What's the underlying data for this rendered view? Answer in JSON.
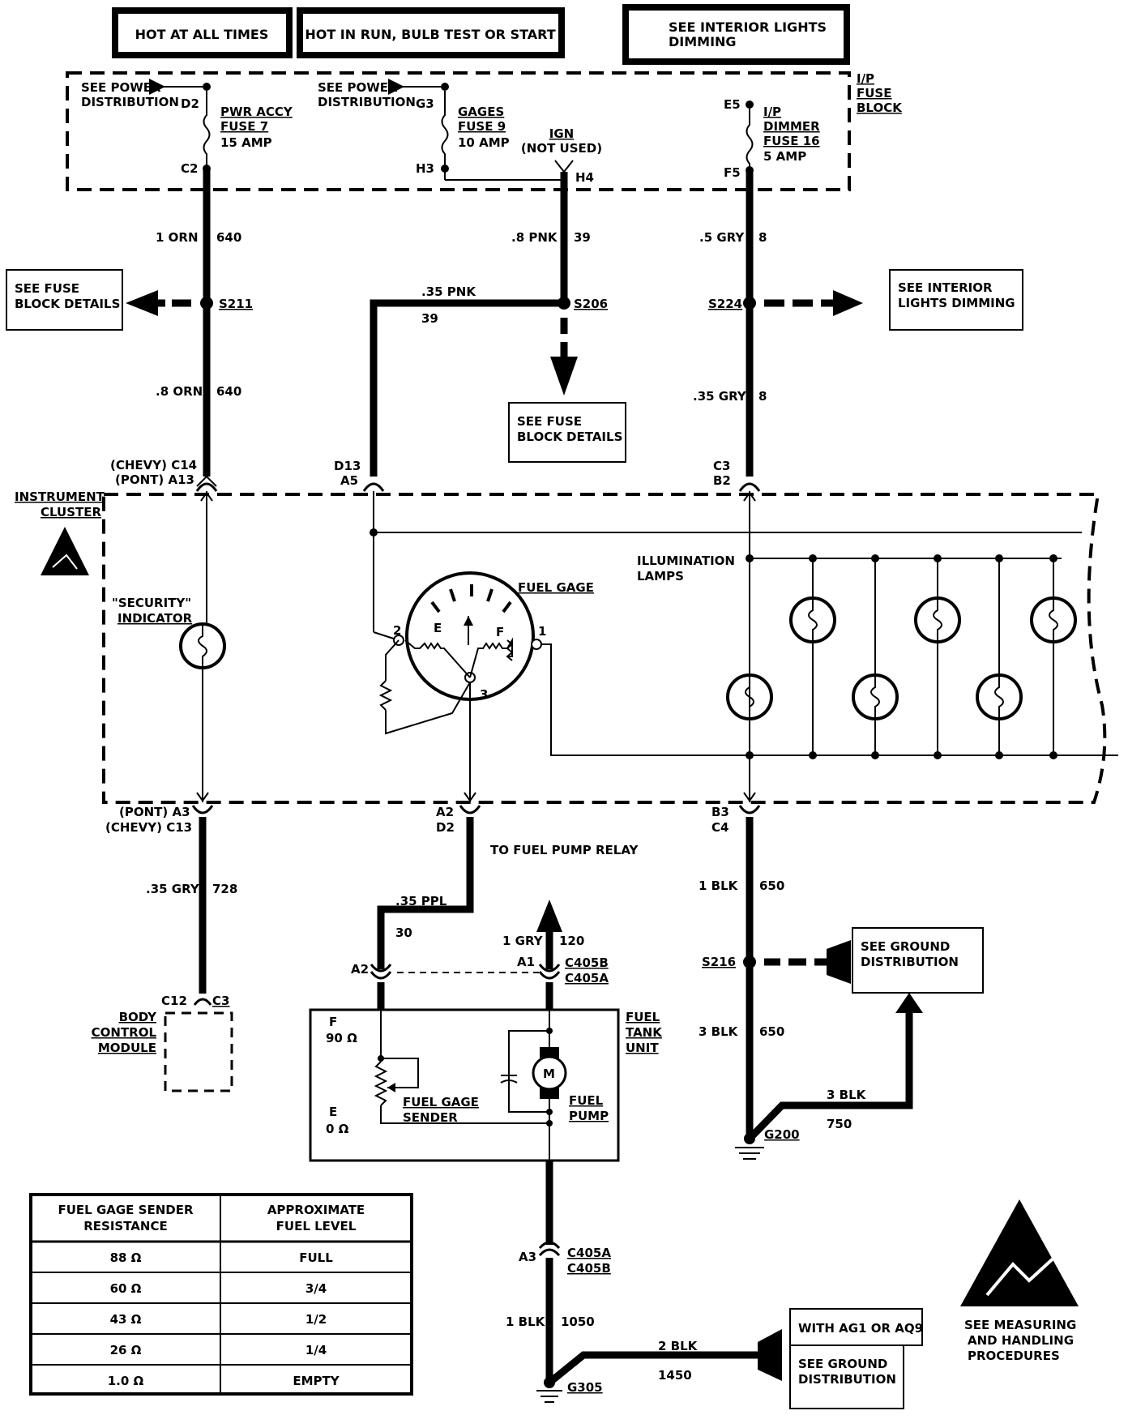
{
  "headers": {
    "hot_at_all_times": "HOT AT ALL TIMES",
    "hot_in_run": "HOT IN RUN, BULB TEST OR START",
    "see_interior_1": "SEE INTERIOR LIGHTS",
    "see_interior_2": "DIMMING"
  },
  "fuse_block": {
    "label_1": "I/P",
    "label_2": "FUSE",
    "label_3": "BLOCK",
    "see_power_1": "SEE POWER",
    "see_power_2": "DISTRIBUTION",
    "d2": "D2",
    "c2": "C2",
    "g3": "G3",
    "h3": "H3",
    "h4": "H4",
    "e5": "E5",
    "f5": "F5",
    "fuse7_1": "PWR ACCY",
    "fuse7_2": "FUSE 7",
    "fuse7_3": "15 AMP",
    "fuse9_1": "GAGES",
    "fuse9_2": "FUSE 9",
    "fuse9_3": "10 AMP",
    "ign_1": "IGN",
    "ign_2": "(NOT USED)",
    "fuse16_1": "I/P",
    "fuse16_2": "DIMMER",
    "fuse16_3": "FUSE 16",
    "fuse16_4": "5 AMP"
  },
  "wires": {
    "w640_top_size": "1 ORN",
    "w640_top_num": "640",
    "w39_top_size": ".8 PNK",
    "w39_top_num": "39",
    "w8_top_size": ".5 GRY",
    "w8_top_num": "8",
    "w39_branch_size": ".35 PNK",
    "w39_branch_num": "39",
    "w640_bot_size": ".8 ORN",
    "w640_bot_num": "640",
    "w8_bot_size": ".35 GRY",
    "w8_bot_num": "8",
    "w728_size": ".35 GRY",
    "w728_num": "728",
    "w30_size": ".35 PPL",
    "w30_num": "30",
    "w120_size": "1 GRY",
    "w120_num": "120",
    "w650_top_size": "1 BLK",
    "w650_top_num": "650",
    "w650_bot_size": "3 BLK",
    "w650_bot_num": "650",
    "w750_size": "3 BLK",
    "w750_num": "750",
    "w1050_size": "1 BLK",
    "w1050_num": "1050",
    "w1450_size": "2 BLK",
    "w1450_num": "1450"
  },
  "splices": {
    "s211": "S211",
    "s206": "S206",
    "s224": "S224",
    "s216": "S216",
    "g200": "G200",
    "g305": "G305"
  },
  "callouts": {
    "fuse_details_left_1": "SEE FUSE",
    "fuse_details_left_2": "BLOCK DETAILS",
    "fuse_details_mid_1": "SEE FUSE",
    "fuse_details_mid_2": "BLOCK DETAILS",
    "interior_right_1": "SEE INTERIOR",
    "interior_right_2": "LIGHTS DIMMING",
    "ground_dist_1": "SEE GROUND",
    "ground_dist_2": "DISTRIBUTION",
    "ground_dist_bot_1": "SEE GROUND",
    "ground_dist_bot_2": "DISTRIBUTION",
    "with_ag1": "WITH AG1 OR AQ9",
    "to_fuel_pump": "TO  FUEL  PUMP  RELAY",
    "esd_1": "SEE MEASURING",
    "esd_2": "AND HANDLING",
    "esd_3": "PROCEDURES"
  },
  "connectors": {
    "chevy_c14": "(CHEVY) C14",
    "pont_a13": "(PONT) A13",
    "d13": "D13",
    "a5": "A5",
    "c3_top": "C3",
    "b2": "B2",
    "pont_a3": "(PONT) A3",
    "chevy_c13": "(CHEVY) C13",
    "a2_top": "A2",
    "d2_bot": "D2",
    "b3": "B3",
    "c4": "C4",
    "c12": "C12",
    "c3_bcm": "C3",
    "a2_tank": "A2",
    "a1_tank": "A1",
    "c405b": "C405B",
    "c405a": "C405A",
    "a3_bot": "A3",
    "c405a_bot": "C405A",
    "c405b_bot": "C405B"
  },
  "cluster": {
    "label_1": "INSTRUMENT",
    "label_2": "CLUSTER",
    "security_1": "\"SECURITY\"",
    "security_2": "INDICATOR",
    "fuel_gage": "FUEL GAGE",
    "gage_e": "E",
    "gage_f": "F",
    "pin1": "1",
    "pin2": "2",
    "pin3": "3",
    "illum_1": "ILLUMINATION",
    "illum_2": "LAMPS"
  },
  "bcm": {
    "l1": "BODY",
    "l2": "CONTROL",
    "l3": "MODULE"
  },
  "tank": {
    "l1": "FUEL",
    "l2": "TANK",
    "l3": "UNIT",
    "f": "F",
    "f_val": "90 Ω",
    "e": "E",
    "e_val": "0 Ω",
    "sender_1": "FUEL GAGE",
    "sender_2": "SENDER",
    "pump_1": "FUEL",
    "pump_2": "PUMP",
    "motor": "M"
  },
  "resistance_table": {
    "headers": [
      [
        "FUEL GAGE SENDER",
        "RESISTANCE"
      ],
      [
        "APPROXIMATE",
        "FUEL LEVEL"
      ]
    ],
    "rows": [
      [
        "88 Ω",
        "FULL"
      ],
      [
        "60 Ω",
        "3/4"
      ],
      [
        "43 Ω",
        "1/2"
      ],
      [
        "26 Ω",
        "1/4"
      ],
      [
        "1.0 Ω",
        "EMPTY"
      ]
    ]
  }
}
